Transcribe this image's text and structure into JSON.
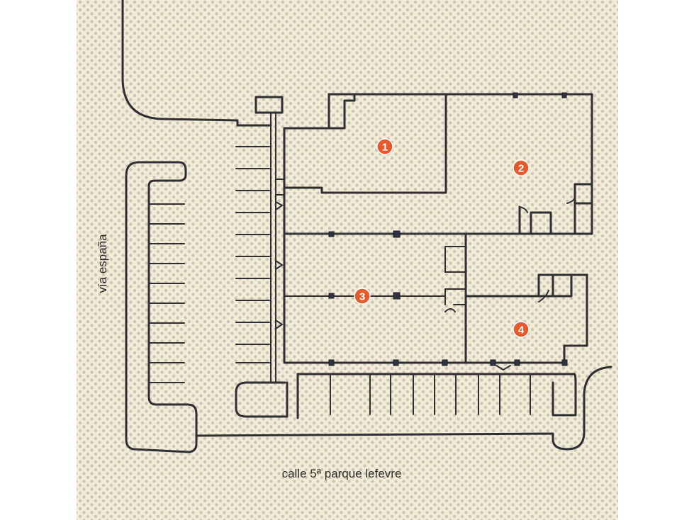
{
  "map": {
    "background_color": "#f2ecd6",
    "dot_color": "#c9c5b8",
    "line_color": "#2e2e33",
    "marker_color": "#e8582b",
    "streets": {
      "west": "vía españa",
      "south": "calle 5ª parque lefevre"
    },
    "markers": [
      {
        "id": "1",
        "label": "1"
      },
      {
        "id": "2",
        "label": "2"
      },
      {
        "id": "3",
        "label": "3"
      },
      {
        "id": "4",
        "label": "4"
      }
    ]
  }
}
